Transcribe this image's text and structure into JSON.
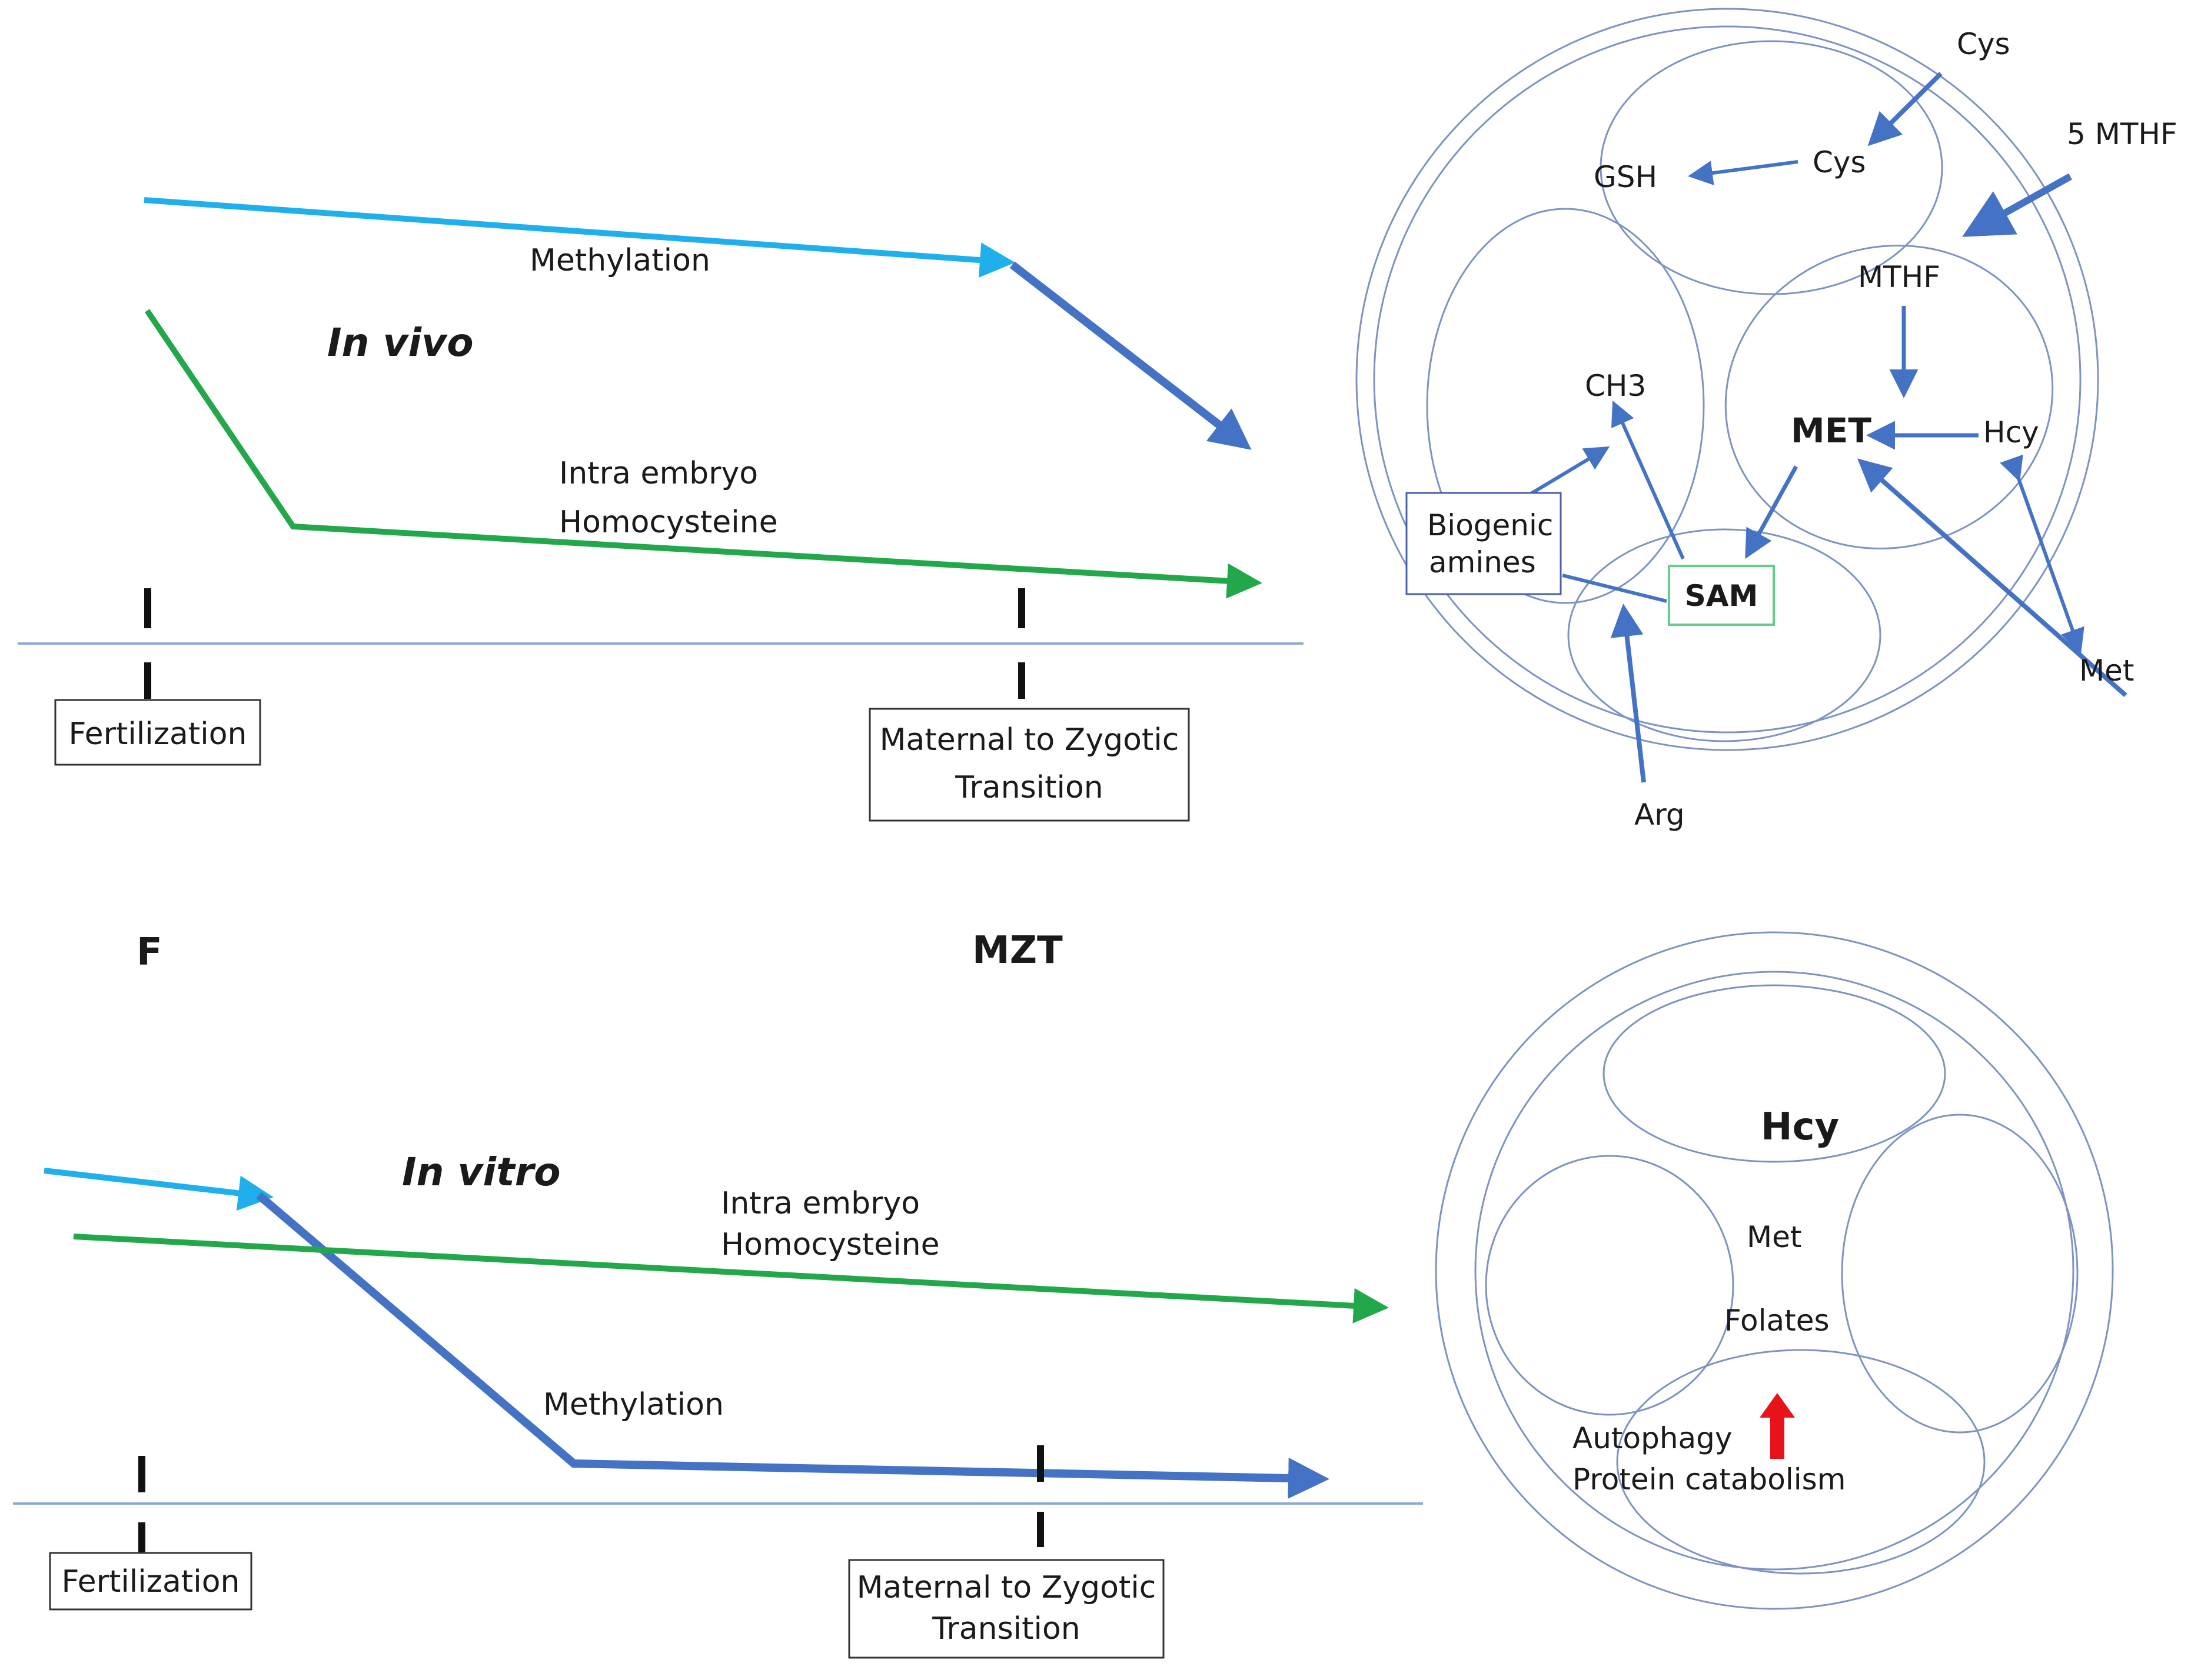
{
  "colors": {
    "methylation_light": "#1fb0ec",
    "methylation_dark": "#4472c4",
    "homocysteine": "#22a84a",
    "axis": "#8fa9d6",
    "circle": "#7e93c4",
    "sam_box": "#5fcf8a",
    "up_arrow": "#e8121b"
  },
  "top": {
    "condition": "In vivo",
    "methylation": "Methylation",
    "homocysteine_line1": "Intra embryo",
    "homocysteine_line2": "Homocysteine",
    "fertilization": "Fertilization",
    "mzt_line1": "Maternal to Zygotic",
    "mzt_line2": "Transition"
  },
  "middle": {
    "f_label": "F",
    "mzt_label": "MZT"
  },
  "bottom": {
    "condition": "In vitro",
    "homocysteine_line1": "Intra embryo",
    "homocysteine_line2": "Homocysteine",
    "methylation": "Methylation",
    "fertilization": "Fertilization",
    "mzt_line1": "Maternal to Zygotic",
    "mzt_line2": "Transition"
  },
  "cell_top": {
    "cys_outside": "Cys",
    "five_mthf": "5 MTHF",
    "gsh": "GSH",
    "cys_inside": "Cys",
    "mthf": "MTHF",
    "ch3": "CH3",
    "met_center": "MET",
    "hcy": "Hcy",
    "biogenic_line1": "Biogenic",
    "biogenic_line2": "amines",
    "sam": "SAM",
    "met_outside": "Met",
    "arg": "Arg"
  },
  "cell_bottom": {
    "hcy": "Hcy",
    "met": "Met",
    "folates": "Folates",
    "autophagy": "Autophagy",
    "protein_catabolism": "Protein catabolism"
  }
}
